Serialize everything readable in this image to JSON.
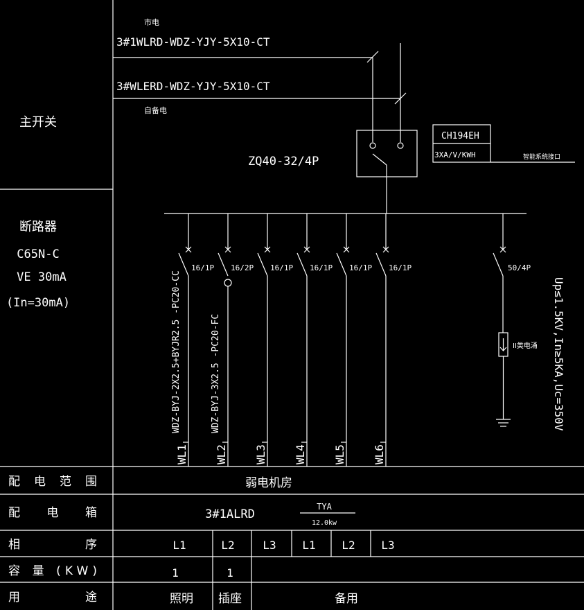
{
  "feeders": {
    "mains_label": "市电",
    "mains_cable": "3#1WLRD-WDZ-YJY-5X10-CT",
    "backup_cable": "3#WLERD-WDZ-YJY-5X10-CT",
    "backup_label": "自备电"
  },
  "transfer_switch": {
    "model": "ZQ40-32/4P"
  },
  "meter": {
    "model": "CH194EH",
    "params": "3XA/V/KWH",
    "comm": "智能系统接口"
  },
  "left_panel": {
    "main_switch": "主开关",
    "breaker_title": "断路器",
    "breaker_model": "C65N-C",
    "breaker_ve": "VE 30mA",
    "breaker_in": "(In=30mA)"
  },
  "circuits": [
    {
      "rating": "16/1P",
      "label": "WL1",
      "cable": "WDZ-BYJ-2X2.5+BYJR2.5 -PC20-CC"
    },
    {
      "rating": "16/2P",
      "label": "WL2",
      "cable": "WDZ-BYJ-3X2.5 -PC20-FC"
    },
    {
      "rating": "16/1P",
      "label": "WL3",
      "cable": ""
    },
    {
      "rating": "16/1P",
      "label": "WL4",
      "cable": ""
    },
    {
      "rating": "16/1P",
      "label": "WL5",
      "cable": ""
    },
    {
      "rating": "16/1P",
      "label": "WL6",
      "cable": ""
    }
  ],
  "spd": {
    "rating": "50/4P",
    "spec": "Up≤1.5KV,In≥5KA,Uc=350V",
    "class_label": "II类电涌"
  },
  "table": {
    "rows": [
      {
        "label": "配 电 范 围",
        "value": "弱电机房"
      },
      {
        "label": "配 电 箱",
        "value": "3#1ALRD"
      },
      {
        "label": "相 序"
      },
      {
        "label": "容 量 (KW)"
      },
      {
        "label": "用 途"
      }
    ],
    "box_type": "TYA",
    "box_power": "12.0kw",
    "phases": [
      "L1",
      "L2",
      "L3",
      "L1",
      "L2",
      "L3"
    ],
    "capacity": [
      "1",
      "1"
    ],
    "usage": [
      "照明",
      "插座",
      "备用"
    ]
  }
}
